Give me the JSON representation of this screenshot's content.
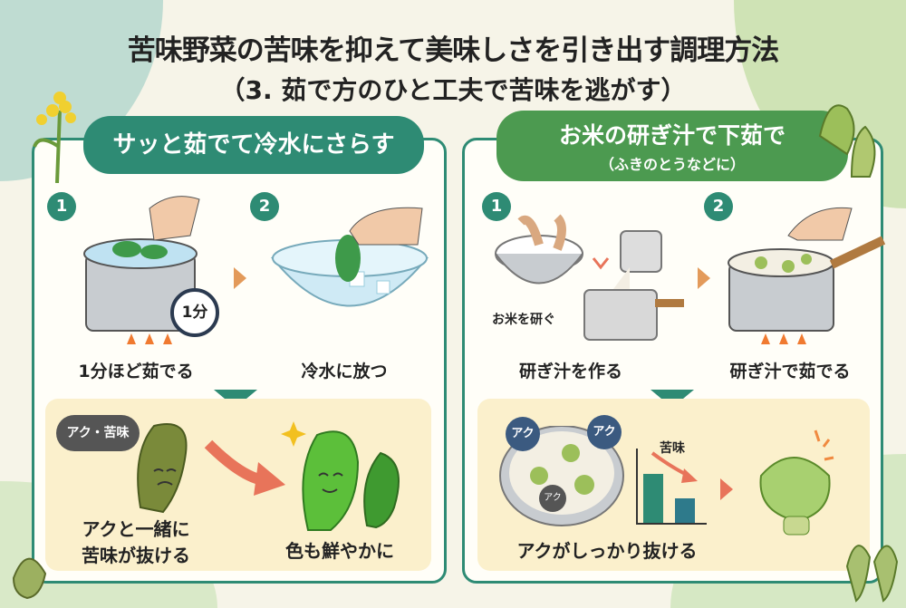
{
  "title": "苦味野菜の苦味を抑えて美味しさを引き出す調理方法",
  "subtitle": "（3. 茹で方のひと工夫で苦味を逃がす）",
  "left": {
    "header": "サッと茹でて冷水にさらす",
    "steps": [
      {
        "num": "1",
        "label": "1分ほど茹でる",
        "timer": "1分"
      },
      {
        "num": "2",
        "label": "冷水に放つ"
      }
    ],
    "before_bubble": "アク・苦味",
    "before_label_1": "アクと一緒に",
    "before_label_2": "苦味が抜ける",
    "after_label": "色も鮮やかに"
  },
  "right": {
    "header": "お米の研ぎ汁で下茹で",
    "header_sub": "（ふきのとうなどに）",
    "steps": [
      {
        "num": "1",
        "label": "研ぎ汁を作る",
        "note": "お米を研ぐ"
      },
      {
        "num": "2",
        "label": "研ぎ汁で茹でる"
      }
    ],
    "aku_bubbles": [
      "アク",
      "アク",
      "アク"
    ],
    "bitterness_label": "苦味",
    "result_label": "アクがしっかり抜ける"
  },
  "colors": {
    "teal": "#2e8b74",
    "green": "#4c9a50",
    "cream": "#fbf0cc",
    "arrow": "#e8745a"
  }
}
